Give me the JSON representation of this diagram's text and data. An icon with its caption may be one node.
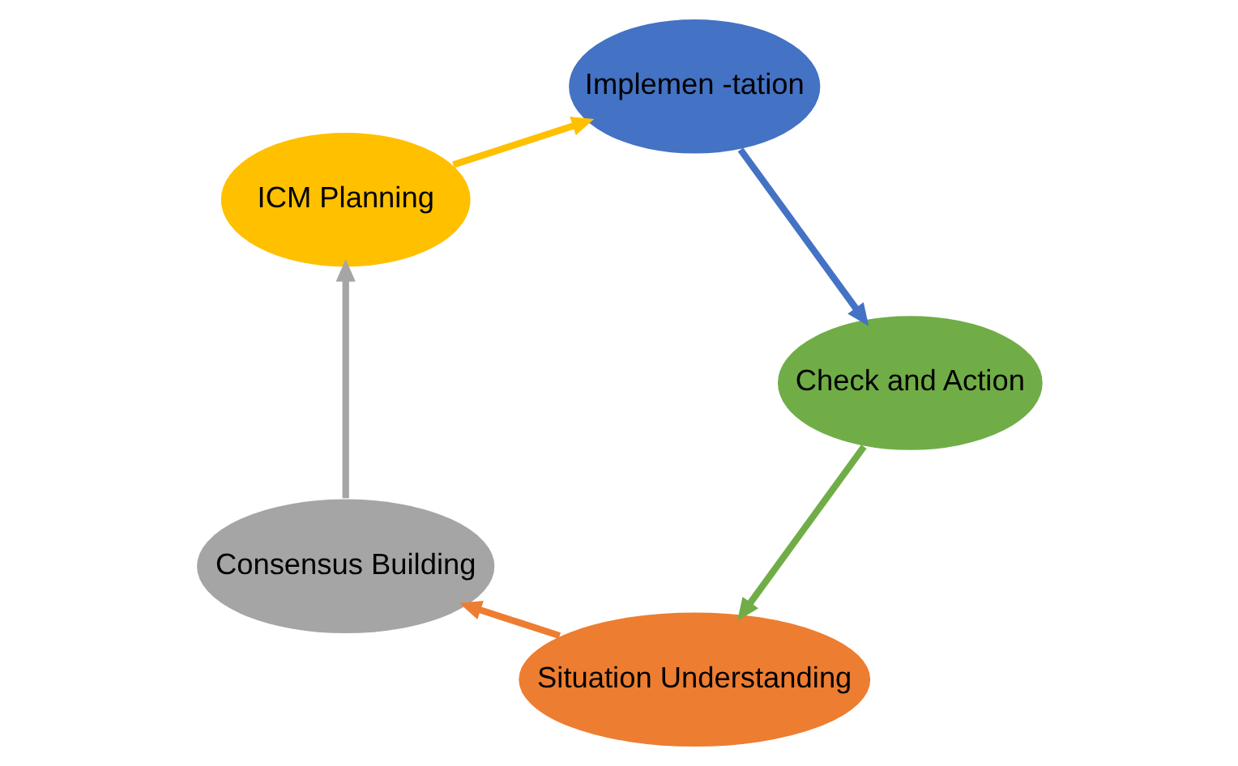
{
  "diagram": {
    "nodes": [
      {
        "text": [
          "Situation Understanding"
        ]
      },
      {
        "text": [
          "Consensus Building"
        ]
      },
      {
        "text": [
          "ICM Planning"
        ]
      },
      {
        "text": [
          "Implemen -tation"
        ]
      },
      {
        "text": [
          "Check and Action"
        ]
      }
    ],
    "edges": [
      {
        "from": 0,
        "to": 1,
        "arrow": "to",
        "color": "#ed7d31"
      },
      {
        "from": 1,
        "to": 2,
        "arrow": "to",
        "color": "#a5a5a5"
      },
      {
        "from": 2,
        "to": 3,
        "arrow": "to",
        "color": "#ffc000"
      },
      {
        "from": 3,
        "to": 4,
        "arrow": "to",
        "color": "#4472c4"
      },
      {
        "from": 4,
        "to": 0,
        "arrow": "to",
        "color": "#70ad47"
      }
    ]
  }
}
